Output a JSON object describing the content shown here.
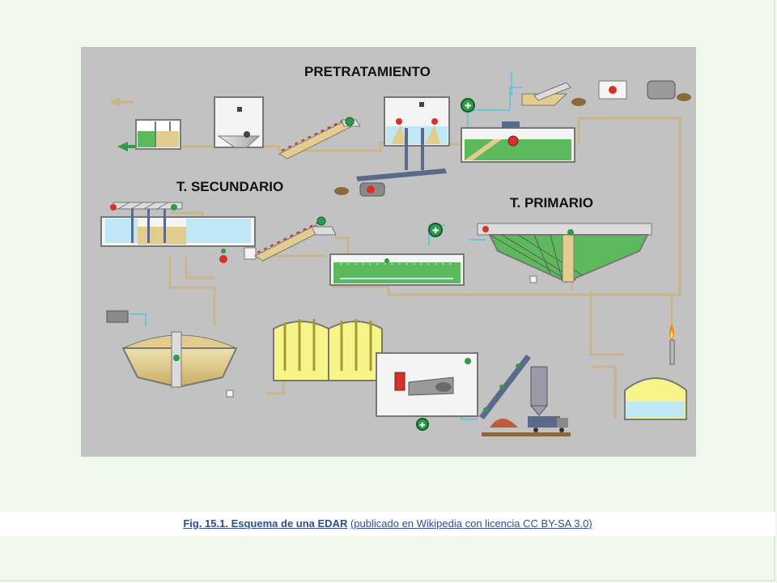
{
  "diagram": {
    "labels": {
      "pretratamiento": "PRETRATAMIENTO",
      "secundario": "T. SECUNDARIO",
      "primario": "T. PRIMARIO"
    },
    "colors": {
      "background": "#c2c2c2",
      "pipe": "#c8b68a",
      "water_green": "#5cba5c",
      "water_blue": "#bfe8f4",
      "sludge": "#e3cd8e",
      "digester_yellow": "#f7f48a",
      "pump_green": "#2f9a4a",
      "valve_red": "#d8302a",
      "flame": "#f08a1a"
    }
  },
  "caption": {
    "lead": "Fig. 15.1. Esquema de una EDAR",
    "link_text": "(publicado en Wikipedia con licencia CC BY-SA 3.0)"
  }
}
